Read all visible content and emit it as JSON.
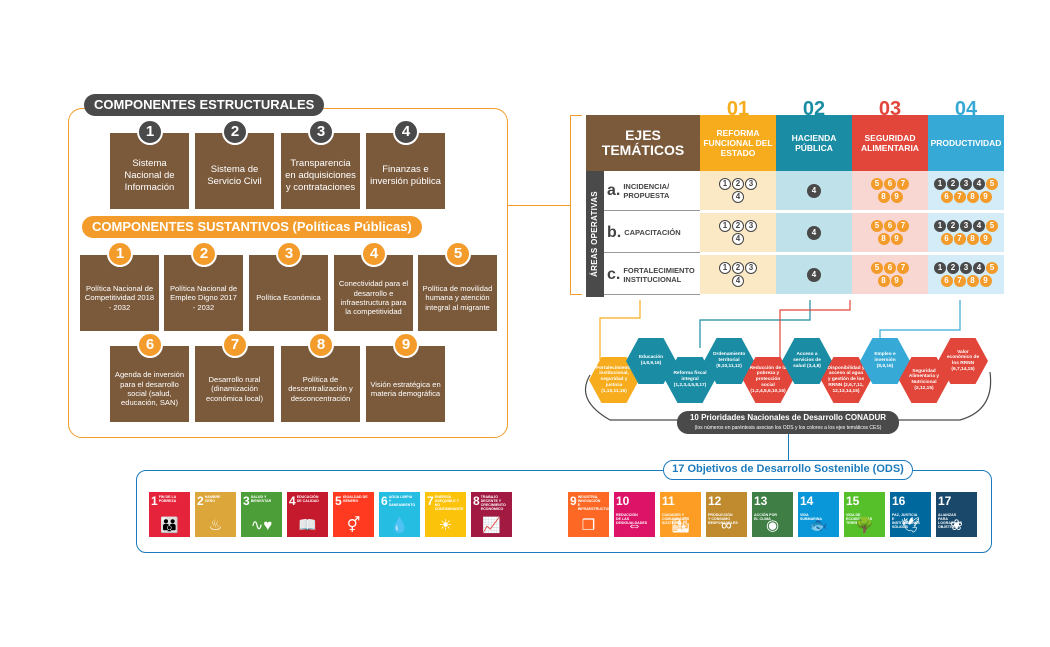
{
  "structural": {
    "title": "COMPONENTES ESTRUCTURALES",
    "items": [
      {
        "num": "1",
        "label": "Sistema Nacional de Información"
      },
      {
        "num": "2",
        "label": "Sistema de Servicio Civil"
      },
      {
        "num": "3",
        "label": "Transparencia en adquisiciones y contrataciones"
      },
      {
        "num": "4",
        "label": "Finanzas e inversión pública"
      }
    ]
  },
  "substantive": {
    "title": "COMPONENTES SUSTANTIVOS (Políticas Públicas)",
    "items": [
      {
        "num": "1",
        "label": "Política Nacional de Competitividad 2018 - 2032"
      },
      {
        "num": "2",
        "label": "Política Nacional de Empleo Digno 2017 - 2032"
      },
      {
        "num": "3",
        "label": "Política Económica"
      },
      {
        "num": "4",
        "label": "Conectividad para el desarrollo e infraestructura para la competitividad"
      },
      {
        "num": "5",
        "label": "Política de movilidad humana y atención integral al migrante"
      },
      {
        "num": "6",
        "label": "Agenda de inversión para el desarrollo social (salud, educación, SAN)"
      },
      {
        "num": "7",
        "label": "Desarrollo rural (dinamización económica local)"
      },
      {
        "num": "8",
        "label": "Política de descentralización y desconcentración"
      },
      {
        "num": "9",
        "label": "Visión estratégica en materia demográfica"
      }
    ]
  },
  "matrix": {
    "ejes_title": "EJES TEMÁTICOS",
    "areas_label": "ÁREAS OPERATIVAS",
    "columns": [
      {
        "num": "01",
        "label": "REFORMA FUNCIONAL DEL ESTADO",
        "color": "#f6ac1c",
        "light": "#fbe9c6"
      },
      {
        "num": "02",
        "label": "HACIENDA PÚBLICA",
        "color": "#1a8da5",
        "light": "#bfe2ea"
      },
      {
        "num": "03",
        "label": "SEGURIDAD ALIMENTARIA",
        "color": "#e2463a",
        "light": "#f8d6d2"
      },
      {
        "num": "04",
        "label": "PRODUCTIVIDAD",
        "color": "#37a9d6",
        "light": "#d3ecf7"
      }
    ],
    "rows": [
      {
        "letter": "a.",
        "label": "INCIDENCIA/ PROPUESTA"
      },
      {
        "letter": "b.",
        "label": "CAPACITACIÓN"
      },
      {
        "letter": "c.",
        "label": "FORTALECIMIENTO INSTITUCIONAL"
      }
    ],
    "col1_circles": [
      "1",
      "2",
      "3",
      "4"
    ],
    "col2_circles": [
      "4"
    ],
    "col3_circles": [
      "5",
      "6",
      "7",
      "8",
      "9"
    ],
    "col4_dark": [
      "1",
      "2",
      "3",
      "4"
    ],
    "col4_orange": [
      "5",
      "6",
      "7",
      "8",
      "9"
    ]
  },
  "priorities": {
    "title": "10 Prioridades Nacionales de Desarrollo CONADUR",
    "subtitle": "(los números en paréntesis asocian los ODS y los colores a los ejes temáticos CES)",
    "items": [
      {
        "label": "Fortalecimiento institucional, seguridad y justicia (1,10,11,16)",
        "color": "#f6ac1c"
      },
      {
        "label": "Educación (4,8,9,16)",
        "color": "#1a8da5"
      },
      {
        "label": "Reforma fiscal integral (1,2,3,4,5,8,17)",
        "color": "#1a8da5"
      },
      {
        "label": "Ordenamiento territorial (9,10,11,12)",
        "color": "#1a8da5"
      },
      {
        "label": "Reducción de la pobreza y protección social (1,2,4,5,6,10,16)",
        "color": "#e2463a"
      },
      {
        "label": "Acceso a servicios de salud (3,4,8)",
        "color": "#1a8da5"
      },
      {
        "label": "Disponibilidad y acceso al agua y gestión de los RRNN (2,6,7,11, 12,13,14,15)",
        "color": "#e2463a"
      },
      {
        "label": "Empleo e inversión (8,9,16)",
        "color": "#37a9d6"
      },
      {
        "label": "Seguridad Alimentaria y Nutricional (2,12,15)",
        "color": "#e2463a"
      },
      {
        "label": "Valor económico de los RRNN (6,7,14,15)",
        "color": "#e2463a"
      }
    ]
  },
  "ods": {
    "title": "17 Objetivos de Desarrollo Sostenible (ODS)",
    "items": [
      {
        "num": "1",
        "label": "FIN DE LA POBREZA",
        "color": "#e5243b",
        "icon": "people-icon",
        "glyph": "👪"
      },
      {
        "num": "2",
        "label": "HAMBRE CERO",
        "color": "#dda63a",
        "icon": "bowl-icon",
        "glyph": "♨"
      },
      {
        "num": "3",
        "label": "SALUD Y BIENESTAR",
        "color": "#4c9f38",
        "icon": "heartbeat-icon",
        "glyph": "∿♥"
      },
      {
        "num": "4",
        "label": "EDUCACIÓN DE CALIDAD",
        "color": "#c5192d",
        "icon": "book-icon",
        "glyph": "📖"
      },
      {
        "num": "5",
        "label": "IGUALDAD DE GÉNERO",
        "color": "#ff3a21",
        "icon": "gender-icon",
        "glyph": "⚥"
      },
      {
        "num": "6",
        "label": "AGUA LIMPIA Y SANEAMIENTO",
        "color": "#26bde2",
        "icon": "water-icon",
        "glyph": "💧"
      },
      {
        "num": "7",
        "label": "ENERGÍA ASEQUIBLE Y NO CONTAMINANTE",
        "color": "#fcc30b",
        "icon": "sun-icon",
        "glyph": "☀"
      },
      {
        "num": "8",
        "label": "TRABAJO DECENTE Y CRECIMIENTO ECONÓMICO",
        "color": "#a21942",
        "icon": "growth-chart-icon",
        "glyph": "📈"
      },
      {
        "num": "9",
        "label": "INDUSTRIA, INNOVACIÓN E INFRAESTRUCTURA",
        "color": "#fd6925",
        "icon": "cubes-icon",
        "glyph": "❒"
      },
      {
        "num": "10",
        "label": "REDUCCIÓN DE LAS DESIGUALDADES",
        "color": "#dd1367",
        "icon": "equality-icon",
        "glyph": "⇔"
      },
      {
        "num": "11",
        "label": "CIUDADES Y COMUNIDADES SOSTENIBLES",
        "color": "#fd9d24",
        "icon": "city-icon",
        "glyph": "🏙"
      },
      {
        "num": "12",
        "label": "PRODUCCIÓN Y CONSUMO RESPONSABLES",
        "color": "#bf8b2e",
        "icon": "infinity-icon",
        "glyph": "∞"
      },
      {
        "num": "13",
        "label": "ACCIÓN POR EL CLIMA",
        "color": "#3f7e44",
        "icon": "eye-globe-icon",
        "glyph": "◉"
      },
      {
        "num": "14",
        "label": "VIDA SUBMARINA",
        "color": "#0a97d9",
        "icon": "fish-icon",
        "glyph": "🐟"
      },
      {
        "num": "15",
        "label": "VIDA DE ECOSISTEMAS TERRESTRES",
        "color": "#56c02b",
        "icon": "tree-icon",
        "glyph": "🌳"
      },
      {
        "num": "16",
        "label": "PAZ, JUSTICIA E INSTITUCIONES SÓLIDAS",
        "color": "#00689d",
        "icon": "dove-icon",
        "glyph": "🕊"
      },
      {
        "num": "17",
        "label": "ALIANZAS PARA LOGRAR LOS OBJETIVOS",
        "color": "#19486a",
        "icon": "flower-rings-icon",
        "glyph": "❀"
      }
    ]
  }
}
